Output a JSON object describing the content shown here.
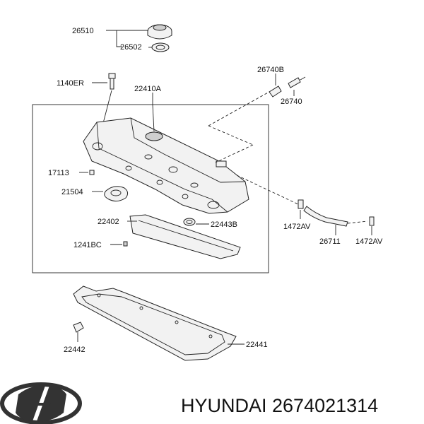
{
  "parts": {
    "p26510": "26510",
    "p26502": "26502",
    "p1140ER": "1140ER",
    "p22410A": "22410A",
    "p26740B": "26740B",
    "p26740": "26740",
    "p17113": "17113",
    "p21504": "21504",
    "p22402": "22402",
    "p22443B": "22443B",
    "p1241BC": "1241BC",
    "p1472AV_left": "1472AV",
    "p26711": "26711",
    "p1472AV_right": "1472AV",
    "p22441": "22441",
    "p22442": "22442"
  },
  "footer": {
    "brand_text": "HYUNDAI 2674021314",
    "logo_icon": "hyundai-logo-icon"
  }
}
